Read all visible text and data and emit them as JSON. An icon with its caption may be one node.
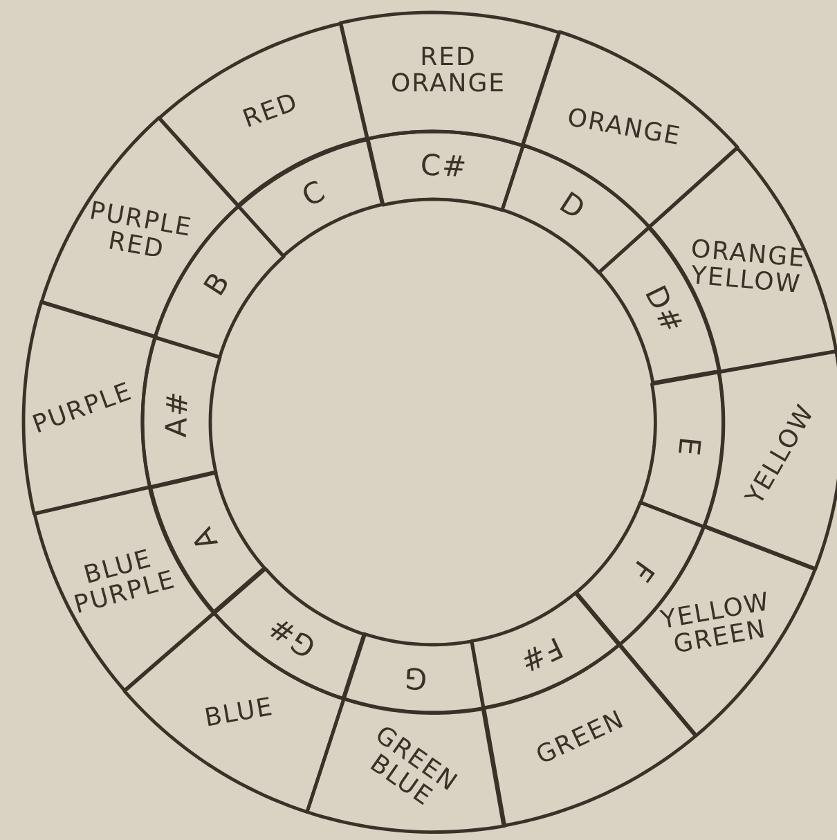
{
  "diagram": {
    "nodes": [
      {
        "text": [
          "C"
        ]
      },
      {
        "text": [
          "C#"
        ]
      },
      {
        "text": [
          "D"
        ]
      },
      {
        "text": [
          "D#"
        ]
      },
      {
        "text": [
          "E"
        ]
      },
      {
        "text": [
          "F"
        ]
      },
      {
        "text": [
          "F#"
        ]
      },
      {
        "text": [
          "G"
        ]
      },
      {
        "text": [
          "G#"
        ]
      },
      {
        "text": [
          "A"
        ]
      },
      {
        "text": [
          "A#"
        ]
      },
      {
        "text": [
          "B"
        ]
      },
      {
        "text": [
          "RED"
        ]
      },
      {
        "text": [
          "RED ORANGE"
        ]
      },
      {
        "text": [
          "ORANGE"
        ]
      },
      {
        "text": [
          "ORANGE YELLOW"
        ]
      },
      {
        "text": [
          "YELLOW"
        ]
      },
      {
        "text": [
          "YELLOW GREEN"
        ]
      },
      {
        "text": [
          "GREEN"
        ]
      },
      {
        "text": [
          "GREEN BLUE"
        ]
      },
      {
        "text": [
          "BLUE"
        ]
      },
      {
        "text": [
          "BLUE PURPLE"
        ]
      },
      {
        "text": [
          "PURPLE"
        ]
      },
      {
        "text": [
          "PURPLE RED"
        ]
      }
    ]
  }
}
